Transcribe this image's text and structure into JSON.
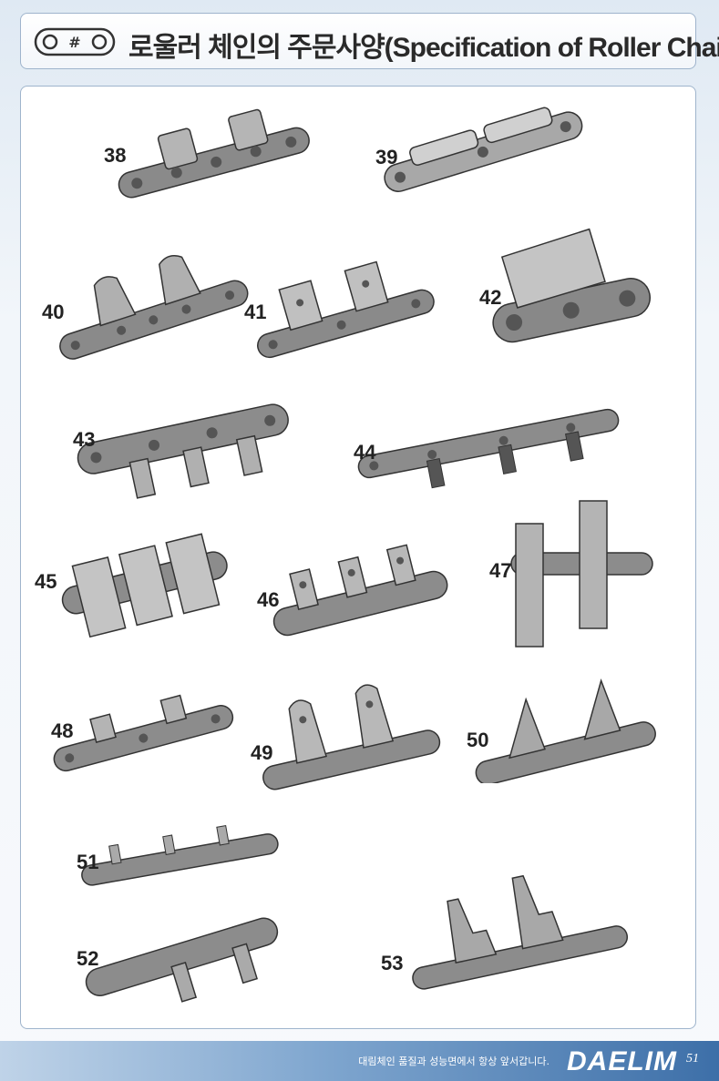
{
  "header": {
    "title": "로울러 체인의 주문사양(Specification of Roller Chain)",
    "icon": "chain-link-icon"
  },
  "items": [
    {
      "label": "38"
    },
    {
      "label": "39"
    },
    {
      "label": "40"
    },
    {
      "label": "41"
    },
    {
      "label": "42"
    },
    {
      "label": "43"
    },
    {
      "label": "44"
    },
    {
      "label": "45"
    },
    {
      "label": "46"
    },
    {
      "label": "47"
    },
    {
      "label": "48"
    },
    {
      "label": "49"
    },
    {
      "label": "50"
    },
    {
      "label": "51"
    },
    {
      "label": "52"
    },
    {
      "label": "53"
    }
  ],
  "footer": {
    "slogan": "대림체인 품질과 성능면에서 항상 앞서갑니다.",
    "brand": "DAELIM",
    "page_number": "51"
  }
}
